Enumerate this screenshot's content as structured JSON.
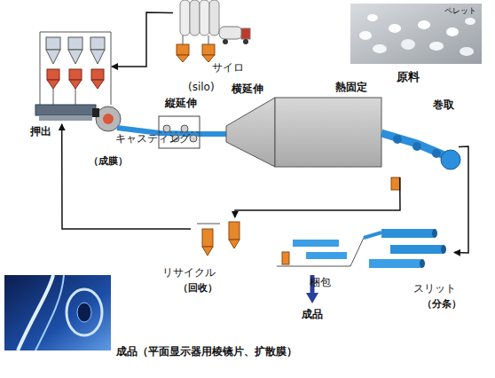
{
  "diagram": {
    "nodes": [
      {
        "text": [
          "サイロ"
        ]
      },
      {
        "text": [
          "ペレット",
          "原料"
        ]
      },
      {
        "text": [
          "押出"
        ]
      },
      {
        "text": [
          "キャスティング",
          "（成膜）"
        ]
      },
      {
        "text": [
          "縦延伸"
        ]
      },
      {
        "text": [
          "横延伸"
        ]
      },
      {
        "text": [
          "熱固定"
        ]
      },
      {
        "text": [
          "巻取"
        ]
      },
      {
        "text": [
          "スリット",
          "（分条）"
        ]
      },
      {
        "text": [
          "梱包"
        ]
      },
      {
        "text": [
          "リサイクル",
          "（回收）"
        ]
      },
      {
        "text": [
          "成品（平面显示器用棱镜片、扩散膜）"
        ]
      }
    ],
    "edges": [
      {
        "from": 0,
        "to": 2,
        "arrow": "to"
      },
      {
        "from": 7,
        "to": 8,
        "arrow": "to"
      },
      {
        "from": 7,
        "to": 10,
        "arrow": "to"
      },
      {
        "from": 10,
        "to": 2,
        "arrow": "to"
      }
    ],
    "labels": [
      "(silo)",
      "成品"
    ]
  }
}
